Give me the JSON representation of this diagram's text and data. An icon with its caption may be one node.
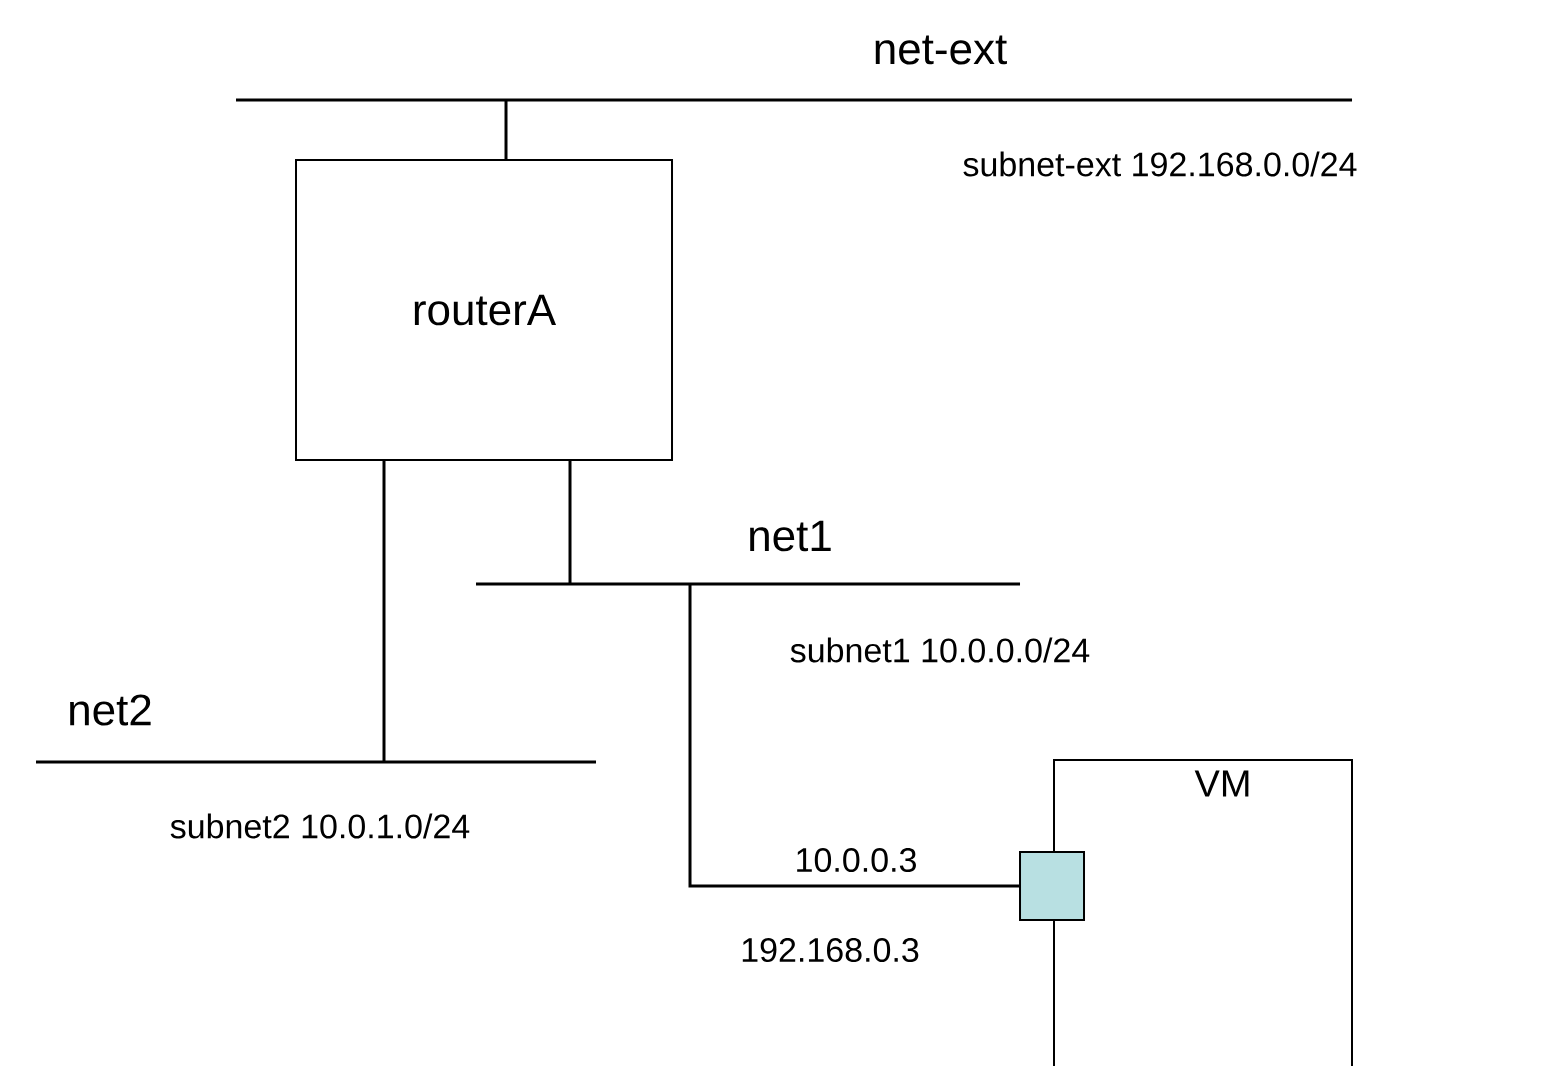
{
  "diagram": {
    "nodes": [
      {
        "text": [
          "net-ext",
          "subnet-ext 192.168.0.0/24"
        ]
      },
      {
        "text": [
          "routerA"
        ]
      },
      {
        "text": [
          "net1",
          "subnet1 10.0.0.0/24"
        ]
      },
      {
        "text": [
          "net2",
          "subnet2 10.0.1.0/24"
        ]
      },
      {
        "text": [
          "VM"
        ]
      },
      {
        "text": [],
        "shape": "box"
      }
    ],
    "edges": [
      {
        "from": 1,
        "to": 0,
        "arrow": "none"
      },
      {
        "from": 1,
        "to": 2,
        "arrow": "none"
      },
      {
        "from": 1,
        "to": 3,
        "arrow": "none"
      },
      {
        "from": 2,
        "to": 5,
        "arrow": "none",
        "label": "10.0.0.3"
      }
    ],
    "labels": [
      "192.168.0.3"
    ]
  }
}
